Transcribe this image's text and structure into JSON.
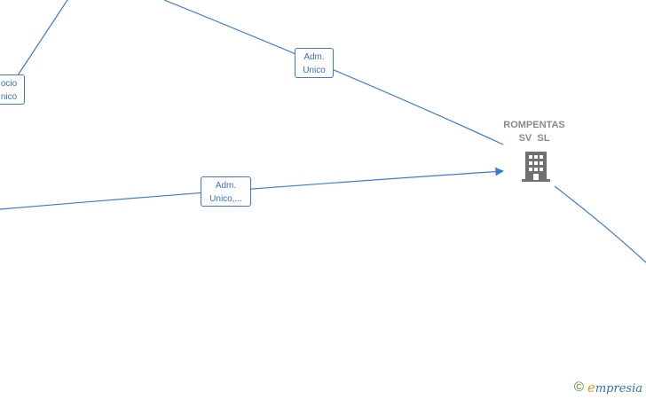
{
  "node": {
    "name_line1": "ROMPENTAS",
    "name_line2": "SV  SL",
    "icon": "building-icon"
  },
  "edge_labels": [
    {
      "line1": "ocio",
      "line2": "nico"
    },
    {
      "line1": "Adm.",
      "line2": "Unico"
    },
    {
      "line1": "Adm.",
      "line2": "Unico,..."
    }
  ],
  "footer": {
    "copyright_symbol": "©",
    "brand_initial": "e",
    "brand_rest": "mpresia"
  },
  "colors": {
    "edge": "#3a7bd5",
    "node_text": "#8a8a8a",
    "icon": "#707070",
    "brand_blue": "#2c6fb6",
    "brand_orange": "#e09a1a"
  }
}
